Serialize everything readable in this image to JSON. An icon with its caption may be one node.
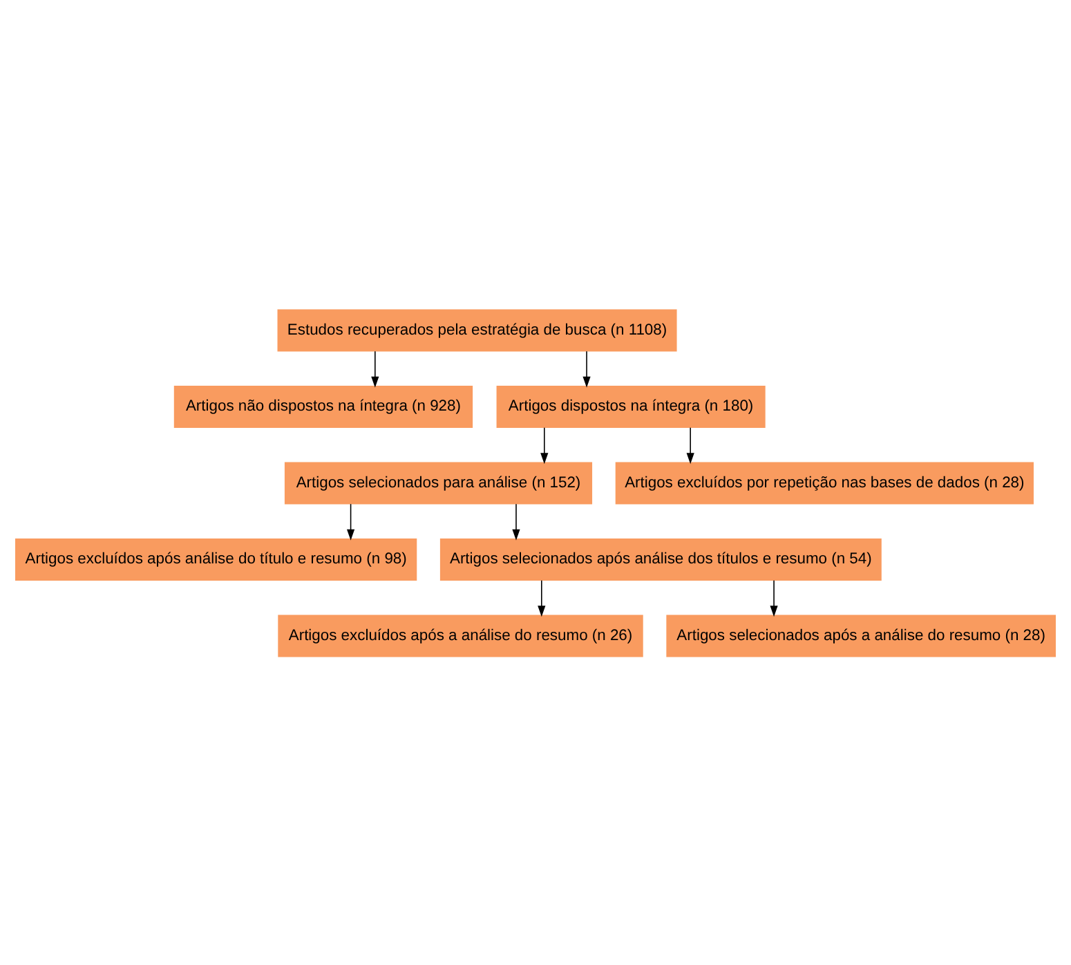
{
  "diagram": {
    "nodes": [
      {
        "text": [
          "Estudos recuperados pela estratégia de busca (n 1108)"
        ]
      },
      {
        "text": [
          "Artigos não dispostos na íntegra (n 928)"
        ]
      },
      {
        "text": [
          "Artigos dispostos na íntegra (n 180)"
        ]
      },
      {
        "text": [
          "Artigos selecionados para análise (n 152)"
        ]
      },
      {
        "text": [
          "Artigos excluídos por repetição nas bases de dados (n 28)"
        ]
      },
      {
        "text": [
          "Artigos excluídos após análise do título e resumo (n 98)"
        ]
      },
      {
        "text": [
          "Artigos selecionados após análise dos títulos e resumo (n 54)"
        ]
      },
      {
        "text": [
          "Artigos excluídos após a análise do resumo (n 26)"
        ]
      },
      {
        "text": [
          "Artigos selecionados após a análise do resumo (n 28)"
        ]
      }
    ],
    "edges": [
      {
        "from": 0,
        "to": 1,
        "arrow": "to"
      },
      {
        "from": 0,
        "to": 2,
        "arrow": "to"
      },
      {
        "from": 2,
        "to": 3,
        "arrow": "to"
      },
      {
        "from": 2,
        "to": 4,
        "arrow": "to"
      },
      {
        "from": 3,
        "to": 5,
        "arrow": "to"
      },
      {
        "from": 3,
        "to": 6,
        "arrow": "to"
      },
      {
        "from": 6,
        "to": 7,
        "arrow": "to"
      },
      {
        "from": 6,
        "to": 8,
        "arrow": "to"
      }
    ]
  }
}
